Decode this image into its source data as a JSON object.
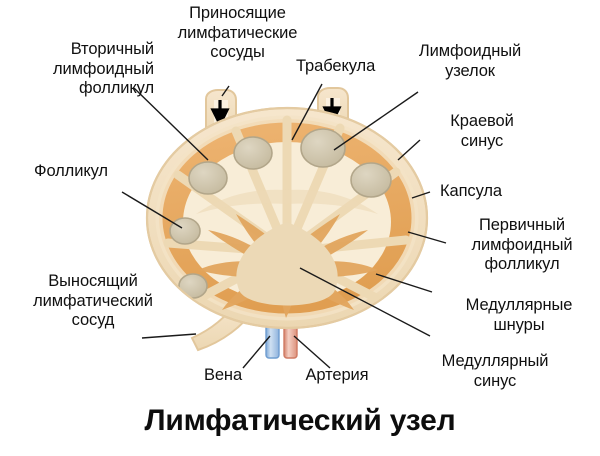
{
  "title": "Лимфатический узел",
  "diagram": {
    "subject": "lymph-node-cross-section",
    "colors": {
      "capsule": "#f0dcbc",
      "capsule_edge": "#e2c79c",
      "cortex": "#e7a85e",
      "sinus": "#f7ead2",
      "follicle": "#cfc5ab",
      "follicle_edge": "#b8ad92",
      "medulla": "#e8d9b8",
      "trabecula": "#ecd9b6",
      "vein": "#a9c7e8",
      "vein_edge": "#6f9dd0",
      "artery": "#e8a58f",
      "artery_edge": "#cf7a63",
      "leader_line": "#1a1a1a",
      "text": "#101010",
      "background": "#ffffff"
    }
  },
  "labels": [
    {
      "id": "secondary-lymphoid-follicle",
      "text": "Вторичный\nлимфоидный\nфолликул"
    },
    {
      "id": "afferent-lymphatic-vessels",
      "text": "Приносящие\nлимфатические\nсосуды"
    },
    {
      "id": "trabecula",
      "text": "Трабекула"
    },
    {
      "id": "lymphoid-nodule",
      "text": "Лимфоидный\nузелок"
    },
    {
      "id": "marginal-sinus",
      "text": "Краевой\nсинус"
    },
    {
      "id": "capsule",
      "text": "Капсула"
    },
    {
      "id": "primary-lymphoid-follicle",
      "text": "Первичный\nлимфоидный\nфолликул"
    },
    {
      "id": "medullary-cords",
      "text": "Медуллярные\nшнуры"
    },
    {
      "id": "medullary-sinus",
      "text": "Медуллярный\nсинус"
    },
    {
      "id": "follicle",
      "text": "Фолликул"
    },
    {
      "id": "efferent-lymphatic-vessel",
      "text": "Выносящий\nлимфатический\nсосуд"
    },
    {
      "id": "vein",
      "text": "Вена"
    },
    {
      "id": "artery",
      "text": "Артерия"
    }
  ]
}
